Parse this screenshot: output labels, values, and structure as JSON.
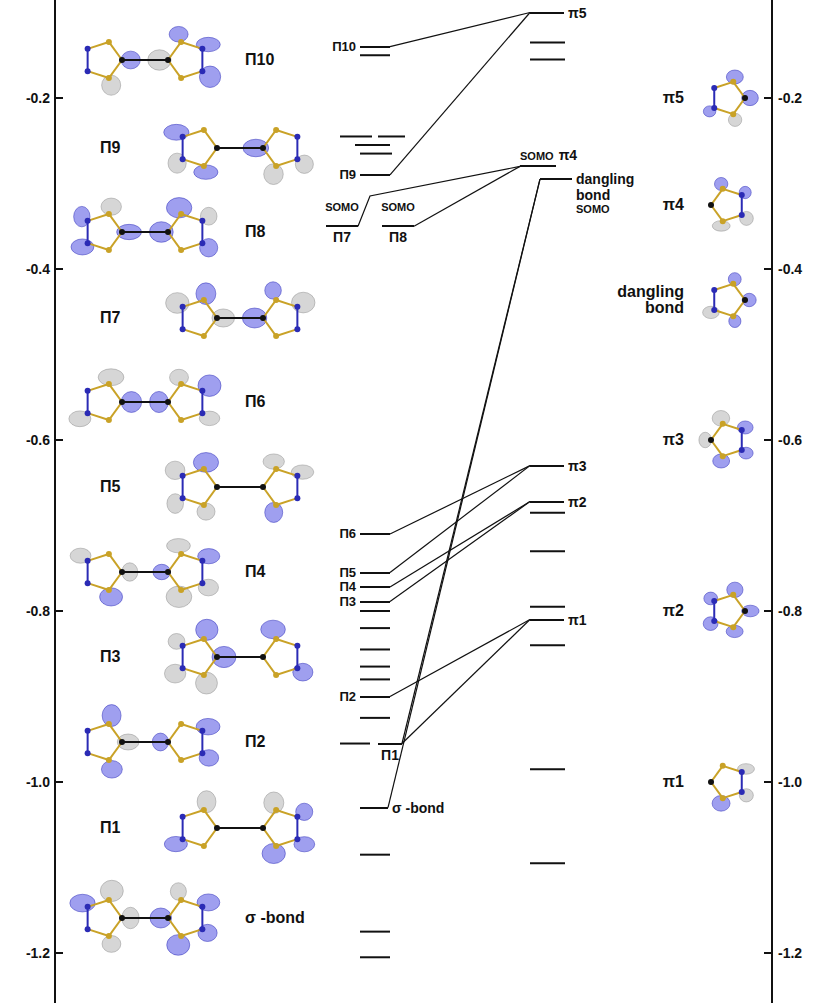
{
  "diagram": {
    "nodes": [
      {
        "text": [
          "Π10"
        ]
      },
      {
        "text": [
          "Π9"
        ]
      },
      {
        "text": [
          "SOMO",
          "Π7"
        ]
      },
      {
        "text": [
          "SOMO",
          "Π8"
        ]
      },
      {
        "text": [
          "Π6"
        ]
      },
      {
        "text": [
          "Π5"
        ]
      },
      {
        "text": [
          "Π4"
        ]
      },
      {
        "text": [
          "Π3"
        ]
      },
      {
        "text": [
          "Π2"
        ]
      },
      {
        "text": [
          "Π1"
        ]
      },
      {
        "text": [
          "σ -bond"
        ]
      },
      {
        "text": [
          "π5"
        ]
      },
      {
        "text": [
          "SOMO",
          "π4"
        ]
      },
      {
        "text": [
          "dangling bond",
          "SOMO"
        ]
      },
      {
        "text": [
          "π3"
        ]
      },
      {
        "text": [
          "π2"
        ]
      },
      {
        "text": [
          "π1"
        ]
      }
    ],
    "edges": [
      {
        "from": 0,
        "to": 11,
        "arrow": "none"
      },
      {
        "from": 1,
        "to": 11,
        "arrow": "none"
      },
      {
        "from": 2,
        "to": 12,
        "arrow": "none"
      },
      {
        "from": 3,
        "to": 12,
        "arrow": "none"
      },
      {
        "from": 10,
        "to": 13,
        "arrow": "none"
      },
      {
        "from": 9,
        "to": 13,
        "arrow": "none"
      },
      {
        "from": 4,
        "to": 14,
        "arrow": "none"
      },
      {
        "from": 5,
        "to": 14,
        "arrow": "none"
      },
      {
        "from": 6,
        "to": 15,
        "arrow": "none"
      },
      {
        "from": 7,
        "to": 15,
        "arrow": "none"
      },
      {
        "from": 8,
        "to": 16,
        "arrow": "none"
      },
      {
        "from": 9,
        "to": 16,
        "arrow": "none"
      }
    ],
    "labels": [
      "-0.2",
      "-0.4",
      "-0.6",
      "-0.8",
      "-1.0",
      "-1.2",
      "Π10",
      "Π9",
      "Π8",
      "Π7",
      "Π6",
      "Π5",
      "Π4",
      "Π3",
      "Π2",
      "Π1",
      "σ -bond",
      "π5",
      "π4",
      "dangling bond",
      "π3",
      "π2",
      "π1",
      "-0.2",
      "-0.4",
      "-0.6",
      "-0.8",
      "-1.0",
      "-1.2"
    ]
  }
}
